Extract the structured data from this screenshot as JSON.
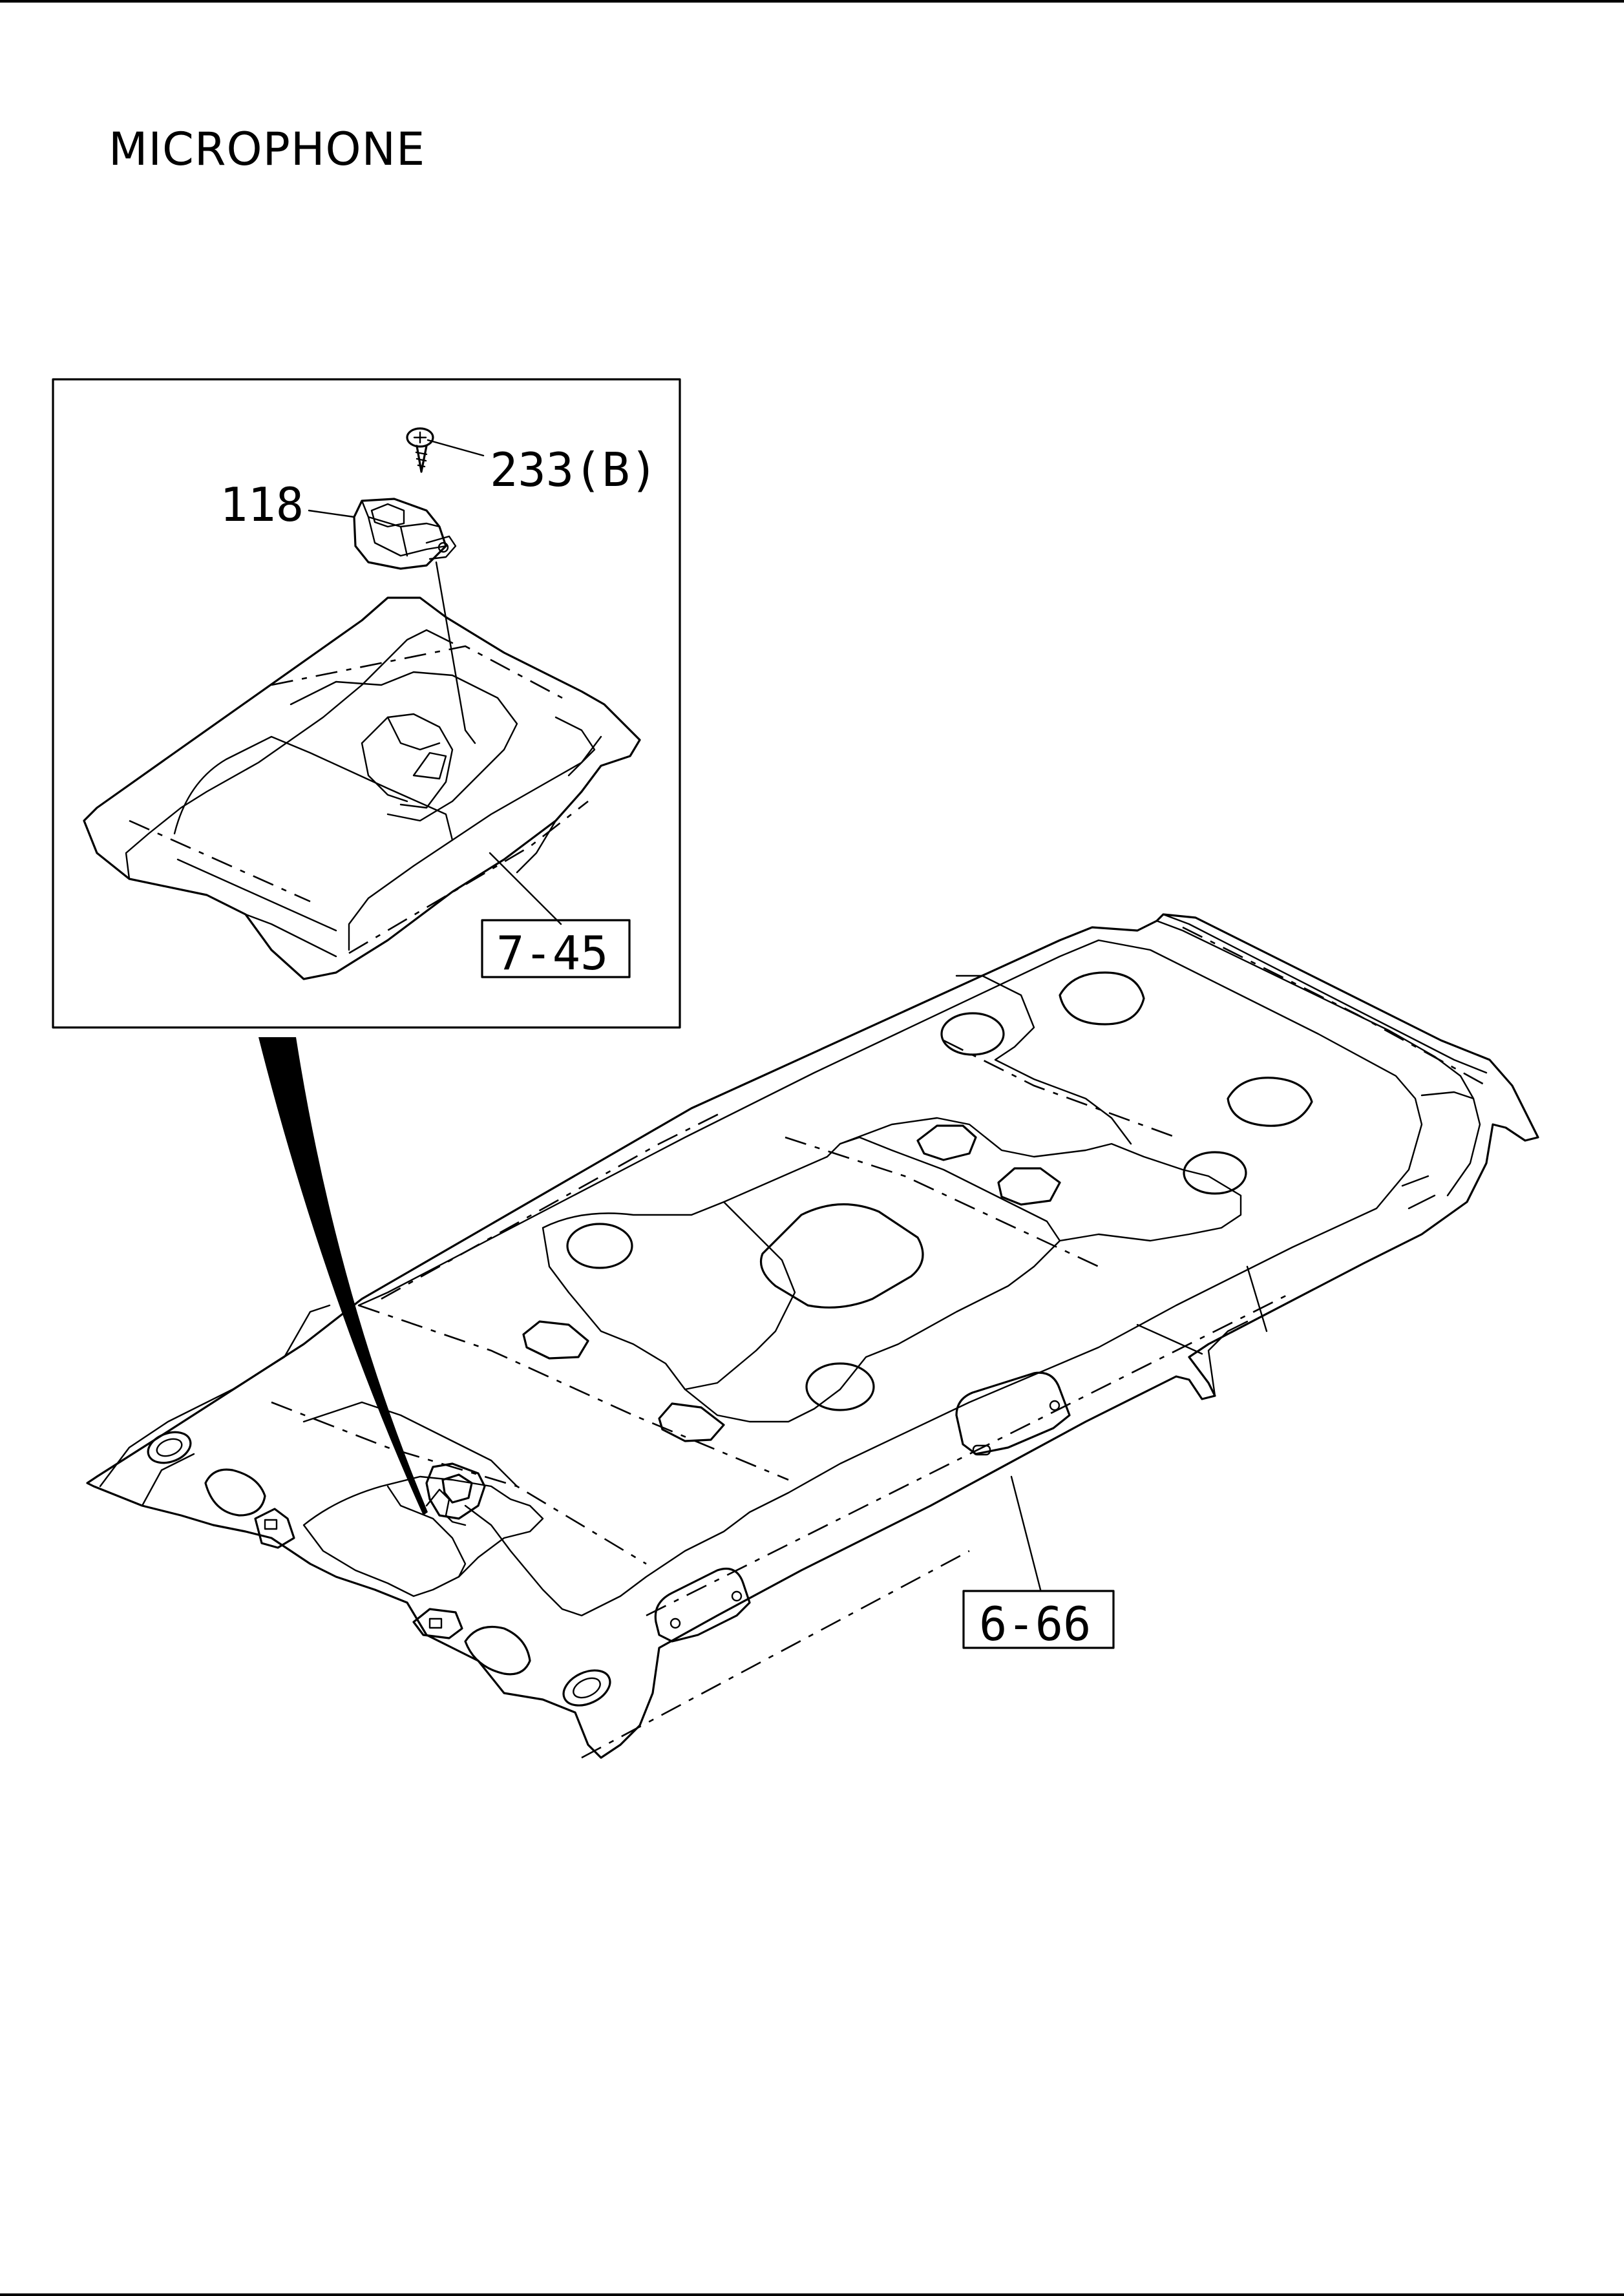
{
  "title": "MICROPHONE",
  "callouts": {
    "microphone": "118",
    "screw": "233(B)",
    "console_ref": "7-45",
    "headliner_ref": "6-66"
  },
  "colors": {
    "line": "#000000",
    "background": "#ffffff"
  }
}
